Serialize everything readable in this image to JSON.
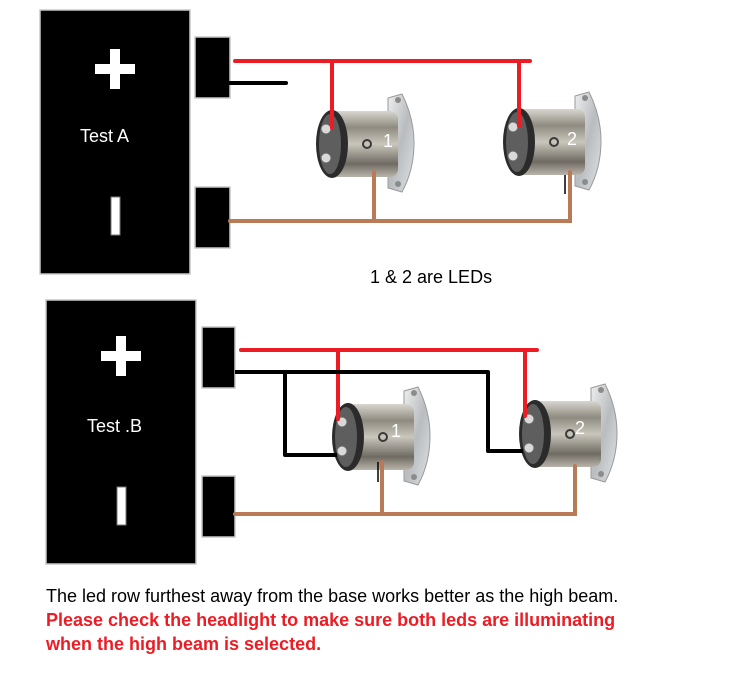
{
  "colors": {
    "positive_wire": "#ed1c24",
    "ground_wire": "#b97a57",
    "signal_wire": "#000000",
    "box": "#000000",
    "note_red": "#ed1c24"
  },
  "test_a": {
    "label": "Test A",
    "plus_symbol": "+",
    "minus_symbol": "|",
    "leds": [
      {
        "number": "1"
      },
      {
        "number": "2"
      }
    ]
  },
  "test_b": {
    "label": "Test .B",
    "plus_symbol": "+",
    "minus_symbol": "|",
    "leds": [
      {
        "number": "1"
      },
      {
        "number": "2"
      }
    ]
  },
  "caption": "1 & 2 are LEDs",
  "notes": {
    "line1": "The led row furthest away from the base works better as the high beam.",
    "line2": "Please check the headlight to make sure both leds are illuminating",
    "line3": "when the high beam is selected."
  }
}
